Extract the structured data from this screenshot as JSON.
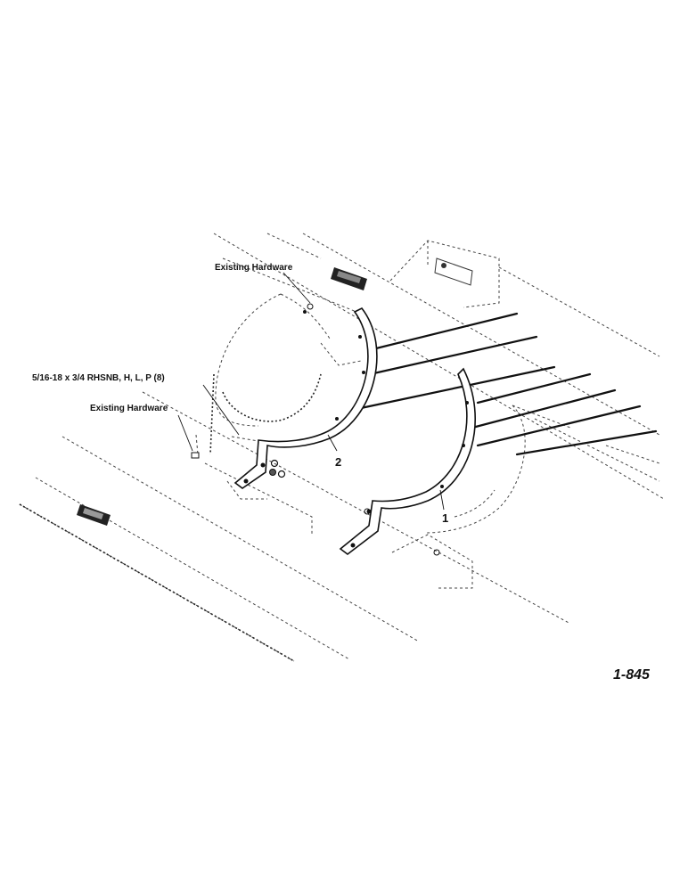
{
  "labels": {
    "existing_hardware_top": "Existing Hardware",
    "bolt_spec": "5/16-18 x 3/4 RHSNB, H, L, P (8)",
    "existing_hardware_left": "Existing Hardware",
    "callout_2": "2",
    "callout_1": "1",
    "figure_number": "1-845"
  }
}
